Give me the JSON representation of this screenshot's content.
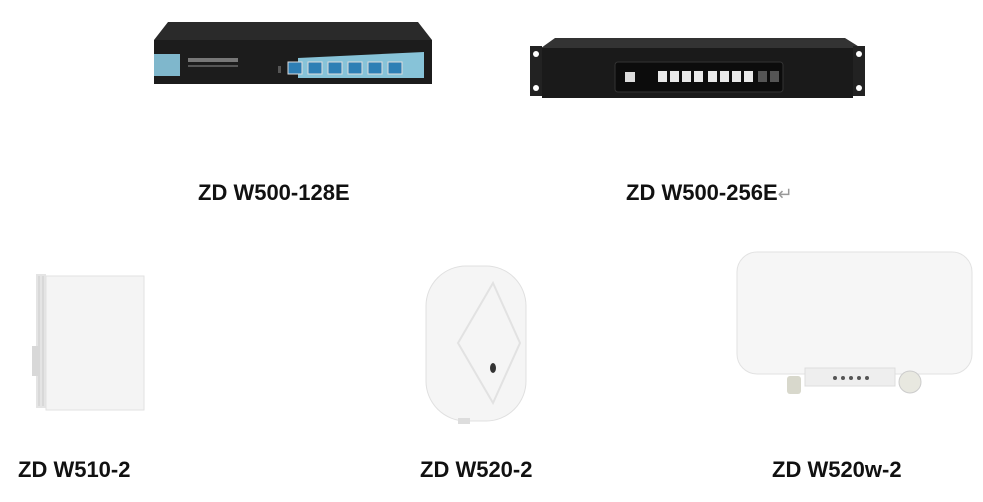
{
  "products": [
    {
      "label": "ZD W500-128E"
    },
    {
      "label": "ZD W500-256E",
      "mark": "↵"
    },
    {
      "label": "ZD W510-2"
    },
    {
      "label": "ZD W520-2"
    },
    {
      "label": "ZD W520w-2"
    }
  ]
}
